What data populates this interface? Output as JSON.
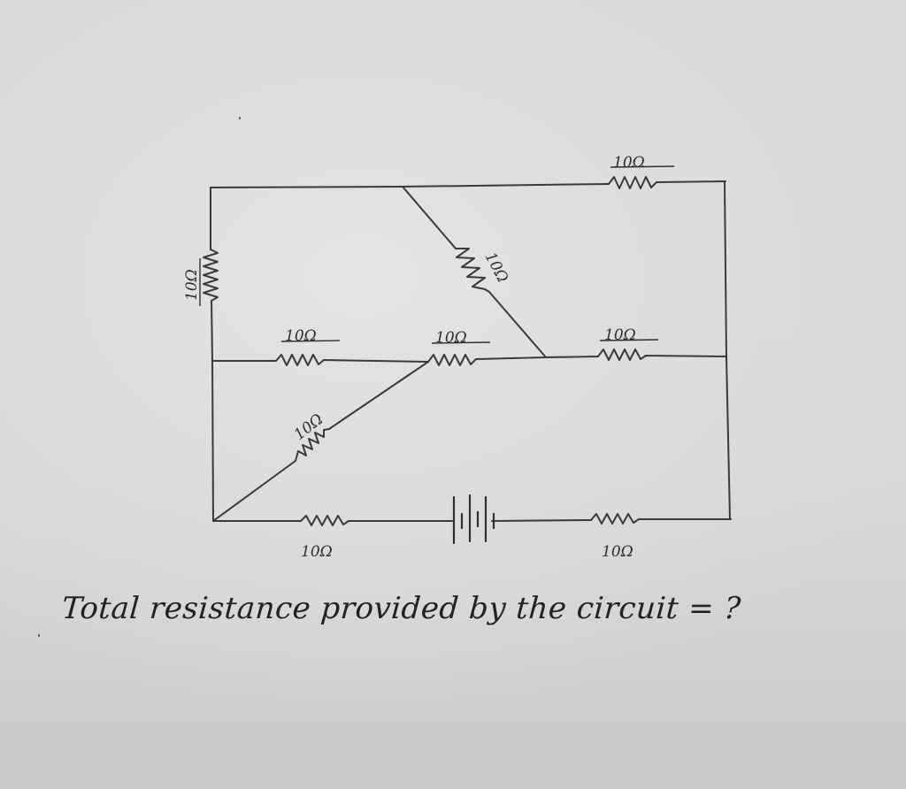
{
  "diagram": {
    "type": "circuit",
    "medium": "hand-drawn on paper",
    "question": "Total resistance provided by the circuit = ?",
    "resistors": [
      {
        "id": "R_top_right",
        "label": "10Ω",
        "location": "top wire, right portion"
      },
      {
        "id": "R_left_vertical",
        "label": "10Ω",
        "location": "left vertical wire, upper section"
      },
      {
        "id": "R_diag_upper",
        "label": "10Ω",
        "location": "diagonal from top wire down to middle wire"
      },
      {
        "id": "R_mid_left",
        "label": "10Ω",
        "location": "middle wire, left"
      },
      {
        "id": "R_mid_center",
        "label": "10Ω",
        "location": "middle wire, center"
      },
      {
        "id": "R_mid_right",
        "label": "10Ω",
        "location": "middle wire, right"
      },
      {
        "id": "R_diag_lower",
        "label": "10Ω",
        "location": "diagonal from bottom-left corner up to middle wire"
      },
      {
        "id": "R_bottom_left",
        "label": "10Ω",
        "location": "bottom wire, left of battery"
      },
      {
        "id": "R_bottom_right",
        "label": "10Ω",
        "location": "bottom wire, right of battery"
      }
    ],
    "battery": {
      "label": "",
      "plates": 6,
      "location": "bottom wire, center"
    },
    "labels": {
      "top_right": "10Ω",
      "left_vertical": "10Ω",
      "diag_upper": "10Ω",
      "mid_left": "10Ω",
      "mid_center": "10Ω",
      "mid_right": "10Ω",
      "diag_lower": "10Ω",
      "bottom_left": "10Ω",
      "bottom_right": "10Ω"
    },
    "colors": {
      "ink": "#2e2e2e",
      "paper": "#dcdcdb"
    }
  }
}
